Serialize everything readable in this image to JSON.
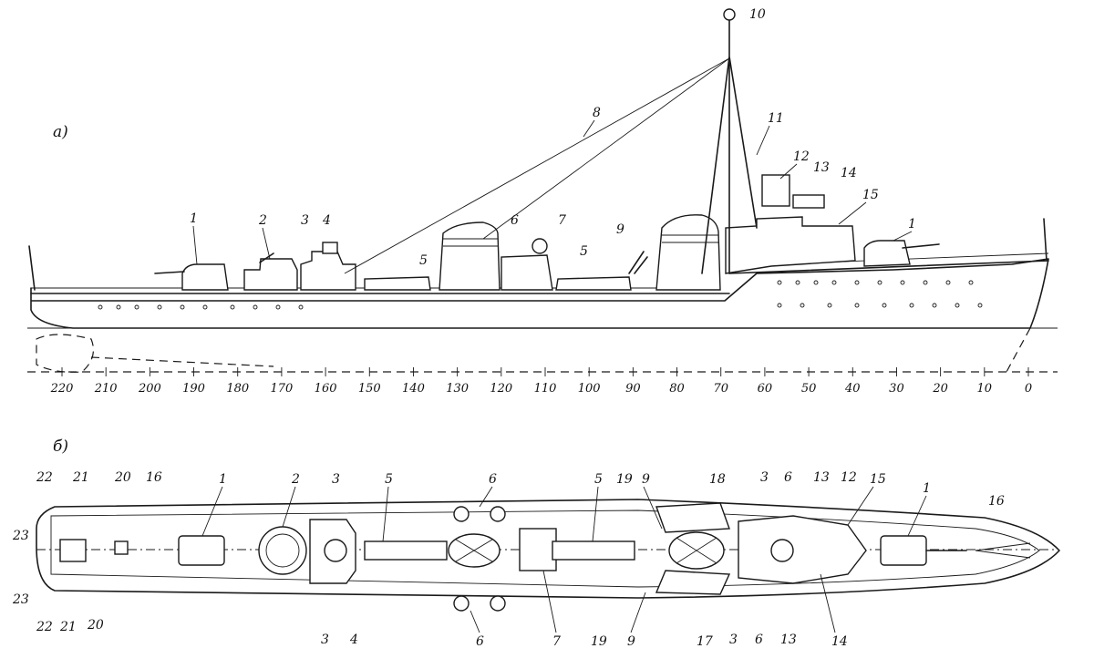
{
  "panels": {
    "side_view": "a)",
    "plan_view": "б)"
  },
  "frame_scale": [
    "220",
    "210",
    "200",
    "190",
    "180",
    "170",
    "160",
    "150",
    "140",
    "130",
    "120",
    "110",
    "100",
    "90",
    "80",
    "70",
    "60",
    "50",
    "40",
    "30",
    "20",
    "10",
    "0"
  ],
  "side_callouts": [
    "1",
    "2",
    "3",
    "4",
    "5",
    "6",
    "7",
    "5",
    "8",
    "9",
    "10",
    "11",
    "12",
    "13",
    "14",
    "15",
    "1"
  ],
  "plan_callouts": {
    "top": [
      "22",
      "21",
      "20",
      "16",
      "1",
      "2",
      "3",
      "5",
      "6",
      "5",
      "19",
      "9",
      "18",
      "3",
      "6",
      "13",
      "12",
      "15",
      "1",
      "16"
    ],
    "bottom": [
      "23",
      "23",
      "22",
      "21",
      "20",
      "3",
      "4",
      "6",
      "7",
      "19",
      "9",
      "17",
      "3",
      "6",
      "13",
      "14"
    ]
  }
}
